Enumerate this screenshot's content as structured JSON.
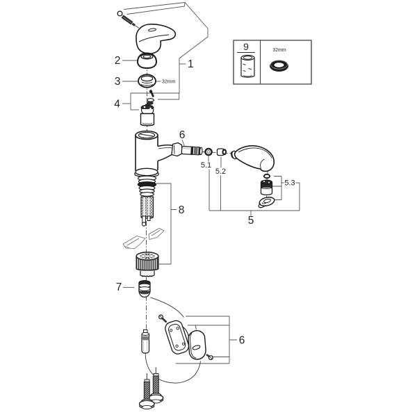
{
  "diagram": {
    "type": "exploded-parts-diagram",
    "subject": "single-lever pull-out spray kitchen faucet",
    "background_color": "#ffffff",
    "line_color": "#1a1a1a",
    "callout_line_color": "#555555",
    "dark_fill_color": "#2a2a2a",
    "callouts": {
      "c1": "1",
      "c2": "2",
      "c3": "3",
      "c4": "4",
      "c5": "5",
      "c5_1": "5.1",
      "c5_2": "5.2",
      "c5_3": "5.3",
      "c6_spout": "6",
      "c6_holder": "6",
      "c7": "7",
      "c8": "8",
      "c9": "9"
    },
    "dimensions": {
      "ring_size_label": "32mm",
      "box_tool_size_label": "32mm"
    }
  }
}
